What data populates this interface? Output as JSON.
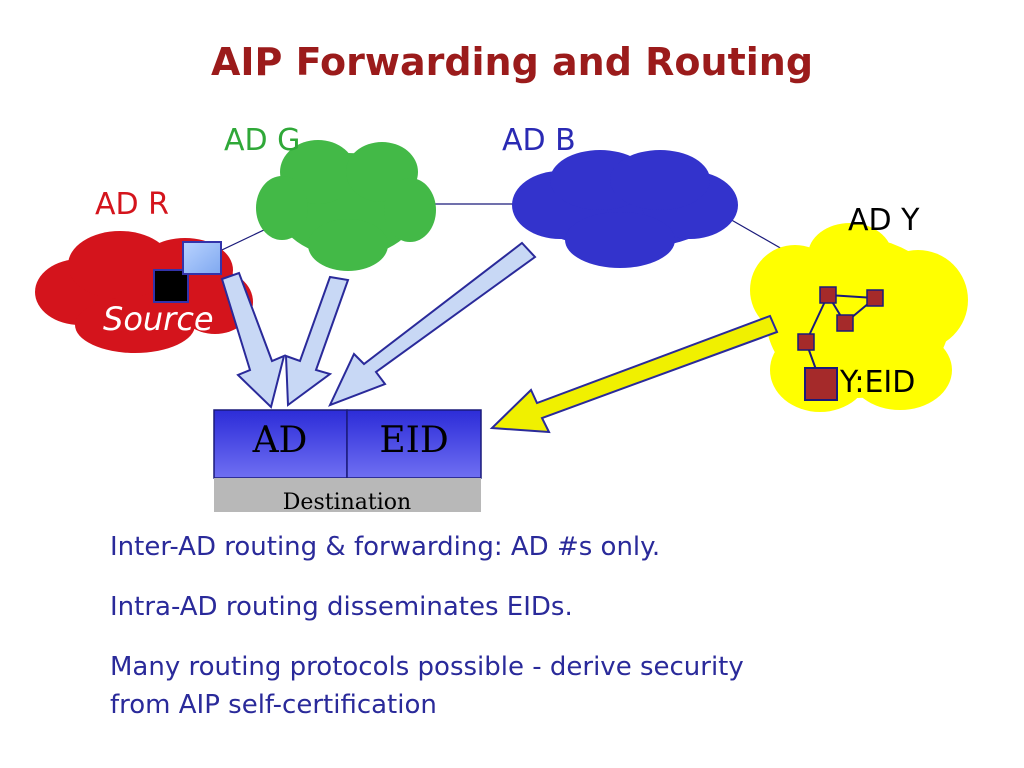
{
  "title": "AIP Forwarding and Routing",
  "domains": {
    "adg": {
      "label": "AD G",
      "fill": "#43b947",
      "label_color": "#2fa838"
    },
    "adb": {
      "label": "AD B",
      "fill": "#3333cc",
      "label_color": "#2a2ab4"
    },
    "adr": {
      "label": "AD R",
      "fill": "#d4141c",
      "label_color": "#d4141c",
      "inner_label": "Source"
    },
    "ady": {
      "label": "AD Y",
      "fill": "#ffff00",
      "label_color": "#000000",
      "endpoint_label": "Y:EID"
    }
  },
  "address_box": {
    "ad": "AD",
    "eid": "EID",
    "caption": "Destination"
  },
  "bullets": [
    "Inter-AD routing & forwarding:  AD #s only.",
    "Intra-AD routing disseminates EIDs.",
    "Many routing protocols possible - derive security",
    "from AIP self-certification"
  ],
  "colors": {
    "title": "#9b1b1b",
    "bullet_text": "#2a2a9a",
    "arrow_blue": "#c8d8f5",
    "arrow_yellow": "#f0f000",
    "router": "#a52a2a",
    "box_blue": "#3b3be0",
    "box_gray": "#b8b8b8"
  }
}
